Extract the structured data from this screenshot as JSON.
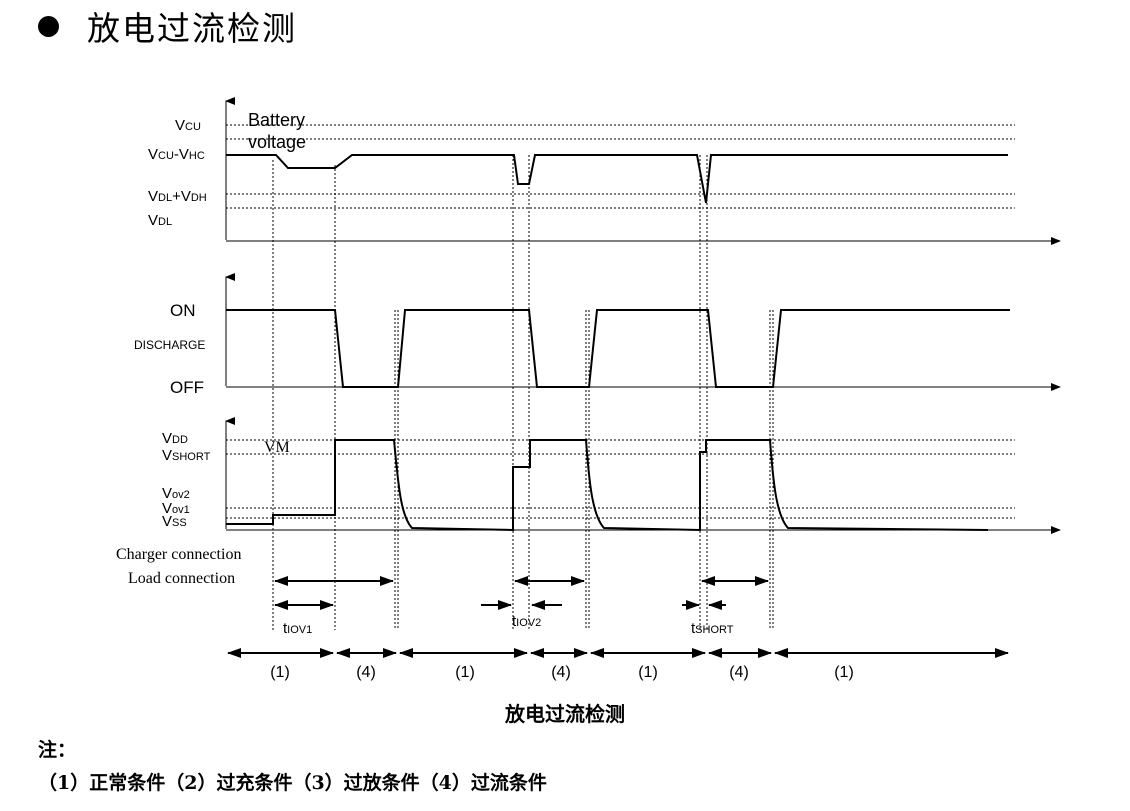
{
  "heading": {
    "title": "放电过流检测"
  },
  "diagram": {
    "battery_panel": {
      "title_line1": "Battery",
      "title_line2": "voltage",
      "labels": {
        "vcu": "V",
        "vcu_sub": "CU",
        "vcu_vhc_1": "V",
        "vcu_vhc_sub1": "CU",
        "vcu_vhc_mid": "-V",
        "vcu_vhc_sub2": "HC",
        "vdl_vdh_1": "V",
        "vdl_vdh_sub1": "DL",
        "vdl_vdh_mid": "+V",
        "vdl_vdh_sub2": "DH",
        "vdl": "V",
        "vdl_sub": "DL"
      }
    },
    "discharge_panel": {
      "on": "ON",
      "name": "DISCHARGE",
      "off": "OFF"
    },
    "vm_panel": {
      "name": "VM",
      "vdd": "V",
      "vdd_sub": "DD",
      "vshort": "V",
      "vshort_sub": "SHORT",
      "vov2": "V",
      "vov2_sub": "ov2",
      "vov1": "V",
      "vov1_sub": "ov1",
      "vss": "V",
      "vss_sub": "SS"
    },
    "events": {
      "charger": "Charger connection",
      "load": "Load connection"
    },
    "timings": {
      "tiov1": "t",
      "tiov1_sub": "IOV1",
      "tiov2": "t",
      "tiov2_sub": "IOV2",
      "tshort": "t",
      "tshort_sub": "SHORT"
    },
    "states": [
      "(1)",
      "(4)",
      "(1)",
      "(4)",
      "(1)",
      "(4)",
      "(1)"
    ]
  },
  "caption": "放电过流检测",
  "notes": {
    "label": "注：",
    "text": "（1）正常条件（2）过充条件（3）过放条件（4）过流条件"
  }
}
